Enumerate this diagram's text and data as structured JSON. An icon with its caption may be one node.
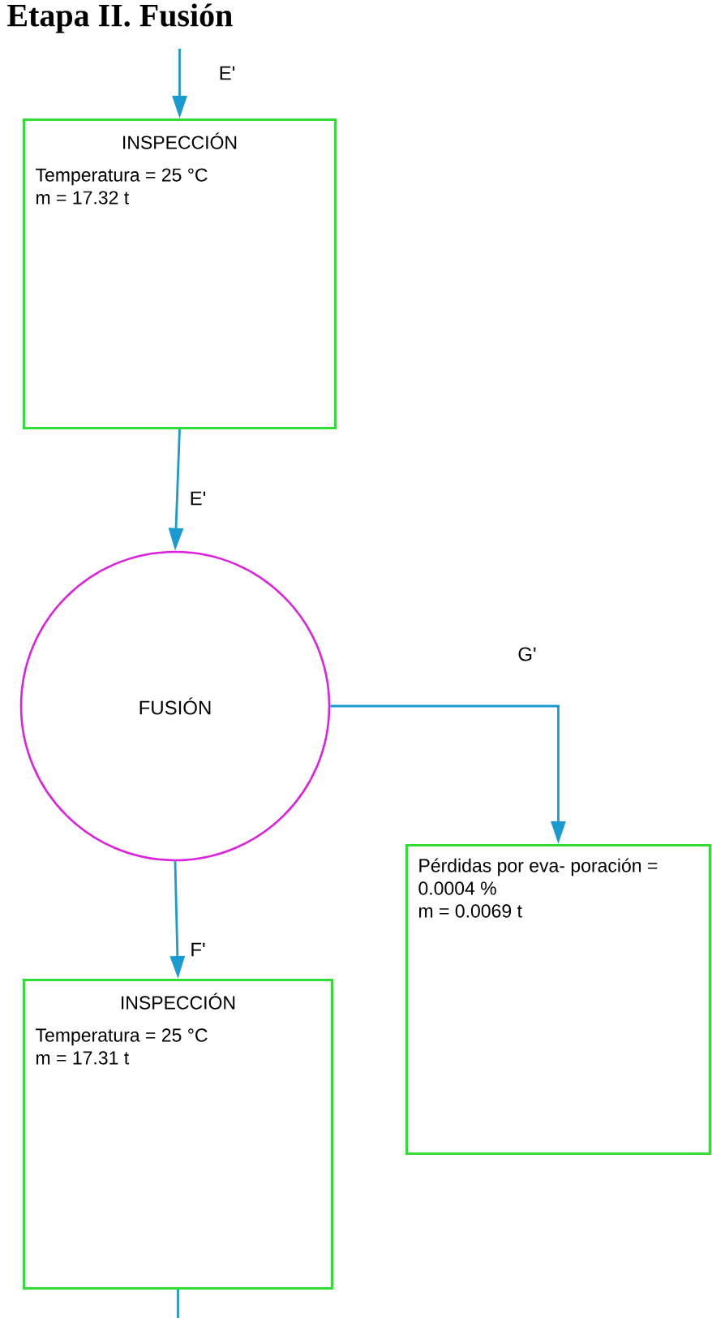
{
  "diagram": {
    "title": "Etapa II. Fusión",
    "nodes": [
      {
        "text": [
          "INSPECCIÓN",
          "Temperatura = 25 °C",
          "m = 17.32 t"
        ]
      },
      {
        "text": [
          "FUSIÓN"
        ]
      },
      {
        "text": [
          "Pérdidas por eva- poración = 0.0004 %",
          "m = 0.0069 t"
        ]
      },
      {
        "text": [
          "INSPECCIÓN",
          "Temperatura = 25 °C",
          "m = 17.31 t"
        ]
      }
    ],
    "edges": [
      {
        "from": null,
        "to": 0,
        "arrow": "to",
        "label": "E'"
      },
      {
        "from": 0,
        "to": 1,
        "arrow": "to",
        "label": "E'"
      },
      {
        "from": 1,
        "to": 2,
        "arrow": "to",
        "label": "G'"
      },
      {
        "from": 1,
        "to": 3,
        "arrow": "to",
        "label": "F'"
      },
      {
        "from": 3,
        "to": null,
        "arrow": "none"
      }
    ]
  }
}
